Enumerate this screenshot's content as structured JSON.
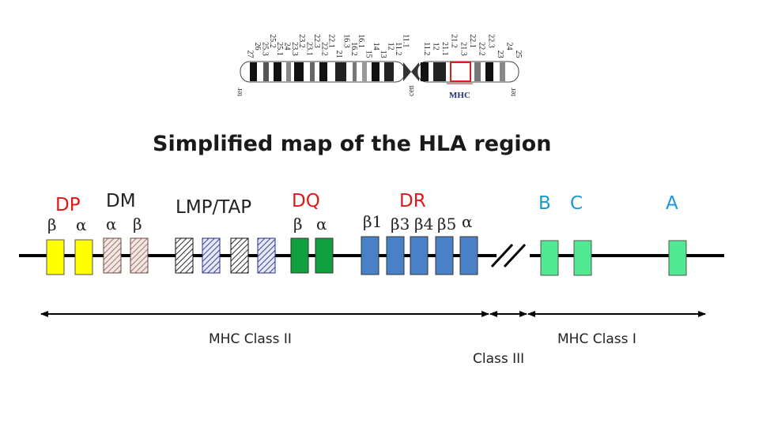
{
  "chromosome": {
    "bands_p": [
      "27",
      "26",
      "25.3",
      "25.2",
      "25.1",
      "24",
      "23.3",
      "23.2",
      "23.1",
      "22.3",
      "22.2",
      "22.1",
      "21",
      "16.3",
      "16.2",
      "16.1",
      "15",
      "14",
      "13",
      "12",
      "11.2",
      "11.1"
    ],
    "bands_q": [
      "11.2",
      "12",
      "21.1",
      "21.2",
      "21.3",
      "22.1",
      "22.2",
      "22.3",
      "23",
      "24",
      "25"
    ],
    "highlight_band": "21.3",
    "label_ter_left": "ter",
    "label_cen": "cen",
    "label_mhc": "MHC",
    "label_ter_right": "ter"
  },
  "title": "Simplified map of the HLA region",
  "groups": {
    "dp": "DP",
    "dm": "DM",
    "lmp_tap": "LMP/TAP",
    "dq": "DQ",
    "dr": "DR",
    "b": "B",
    "c": "C",
    "a": "A"
  },
  "greek": {
    "dp_beta": "β",
    "dp_alpha": "α",
    "dm_alpha": "α",
    "dm_beta": "β",
    "dq_beta": "β",
    "dq_alpha": "α",
    "dr_b1": "β1",
    "dr_b3": "β3",
    "dr_b4": "β4",
    "dr_b5": "β5",
    "dr_alpha": "α"
  },
  "classes": {
    "class2": "MHC Class II",
    "class3": "Class III",
    "class1": "MHC Class I"
  },
  "colors": {
    "dp": "#ffff00",
    "dm": "#d8b8b0",
    "lmp": "#3040a0",
    "dq": "#10a040",
    "dr": "#4a80c8",
    "class1": "#50e890",
    "red_label": "#e01818",
    "blue_label": "#1898d8"
  }
}
